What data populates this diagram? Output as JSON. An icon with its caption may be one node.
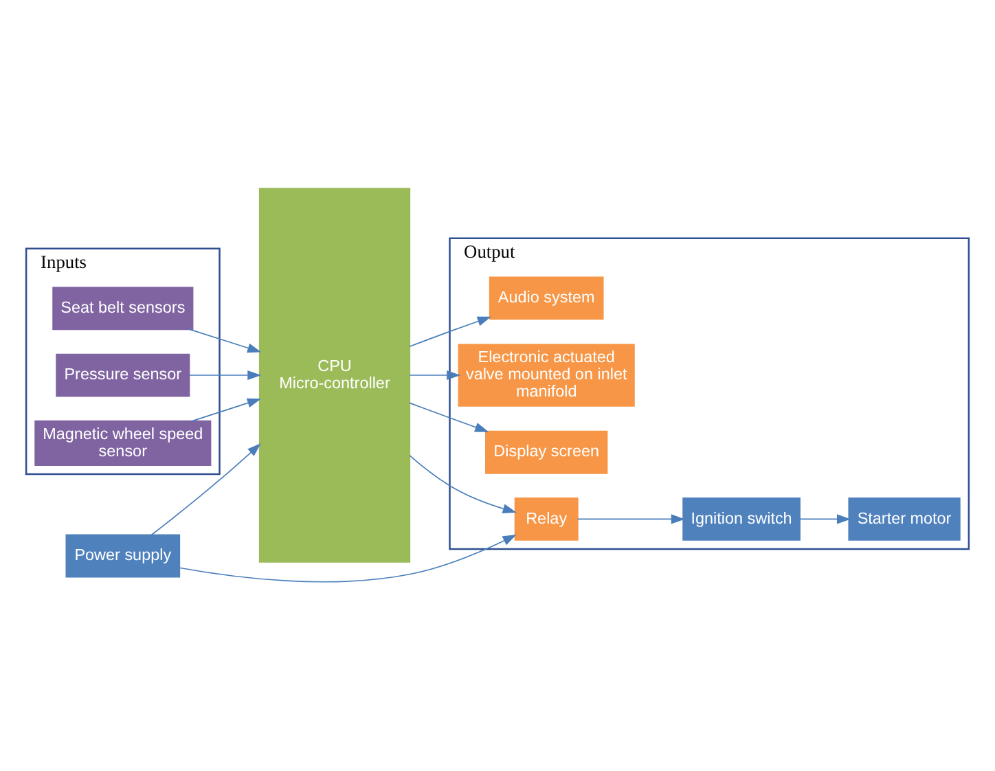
{
  "diagram": {
    "nodes": [
      {
        "text": [
          "Inputs"
        ]
      },
      {
        "text": [
          "Seat belt sensors"
        ],
        "in": 0
      },
      {
        "text": [
          "Pressure sensor"
        ],
        "in": 0
      },
      {
        "text": [
          "Magnetic wheel speed sensor"
        ],
        "in": 0
      },
      {
        "text": [
          "Power supply"
        ]
      },
      {
        "text": [
          "CPU",
          "Micro-controller"
        ]
      },
      {
        "text": [
          "Output"
        ]
      },
      {
        "text": [
          "Relay"
        ],
        "in": 6
      },
      {
        "text": [
          "Ignition switch"
        ],
        "in": 6
      },
      {
        "text": [
          "Starter motor"
        ],
        "in": 6
      },
      {
        "text": [
          "Electronic actuated valve mounted on inlet manifold"
        ],
        "in": 6
      },
      {
        "text": [
          "Display screen"
        ],
        "in": 6
      },
      {
        "text": [
          "Audio system"
        ],
        "in": 6
      }
    ],
    "edges": [
      {
        "from": 4,
        "to": 5,
        "arrow": "to"
      },
      {
        "from": 4,
        "to": 7,
        "arrow": "to"
      },
      {
        "from": 1,
        "to": 5,
        "arrow": "to"
      },
      {
        "from": 2,
        "to": 5,
        "arrow": "to"
      },
      {
        "from": 3,
        "to": 5,
        "arrow": "to"
      },
      {
        "from": 5,
        "to": 7,
        "arrow": "to"
      },
      {
        "from": 7,
        "to": 8,
        "arrow": "to"
      },
      {
        "from": 8,
        "to": 9,
        "arrow": "to"
      },
      {
        "from": 5,
        "to": 10,
        "arrow": "to"
      },
      {
        "from": 5,
        "to": 11,
        "arrow": "to"
      },
      {
        "from": 5,
        "to": 12,
        "arrow": "to"
      }
    ]
  }
}
